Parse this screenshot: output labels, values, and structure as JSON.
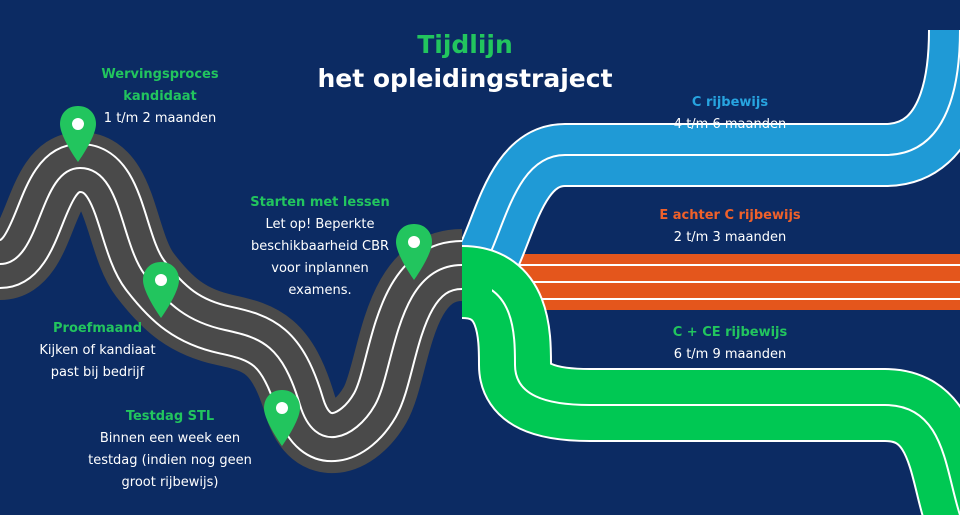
{
  "title": {
    "line1": "Tijdlijn",
    "line2": "het opleidingstraject"
  },
  "stages": {
    "werving": {
      "heading_line1": "Wervingsproces",
      "heading_line2": "kandidaat",
      "duration": "1 t/m 2 maanden"
    },
    "proefmaand": {
      "heading": "Proefmaand",
      "desc_line1": "Kijken of kandiaat",
      "desc_line2": "past bij bedrijf"
    },
    "testdag": {
      "heading": "Testdag STL",
      "desc_line1": "Binnen een week een",
      "desc_line2": "testdag (indien nog geen",
      "desc_line3": "groot rijbewijs)"
    },
    "lessen": {
      "heading": "Starten met lessen",
      "desc_line1": "Let op! Beperkte",
      "desc_line2": "beschikbaarheid CBR",
      "desc_line3": "voor inplannen",
      "desc_line4": "examens."
    }
  },
  "branches": {
    "c": {
      "heading": "C rijbewijs",
      "duration": "4 t/m 6 maanden",
      "color": "#1f9ad6"
    },
    "e": {
      "heading": "E achter C rijbewijs",
      "duration": "2 t/m 3 maanden",
      "color": "#e4561c"
    },
    "ce": {
      "heading": "C + CE rijbewijs",
      "duration": "6 t/m 9 maanden",
      "color": "#00c853"
    }
  },
  "colors": {
    "background": "#0c2b63",
    "road": "#4a4a4a",
    "lane_line": "#ffffff",
    "pin": "#22c55e"
  },
  "icons": [
    "map-pin-icon",
    "map-pin-icon",
    "map-pin-icon",
    "map-pin-icon"
  ]
}
